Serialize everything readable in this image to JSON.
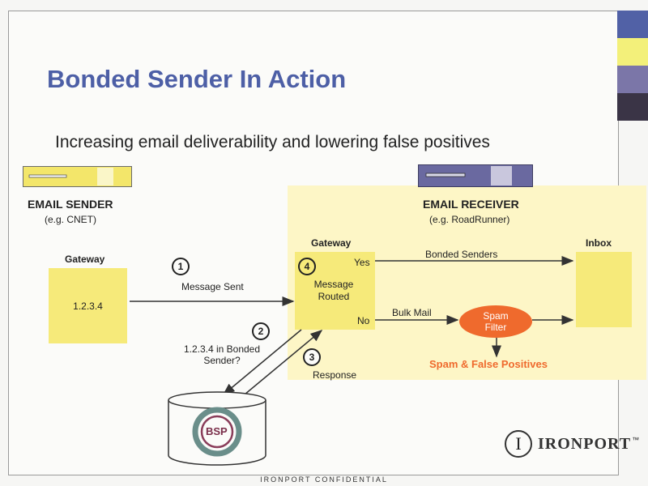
{
  "slide": {
    "title": "Bonded Sender In Action",
    "subtitle": "Increasing email deliverability and lowering false positives",
    "footer": "IRONPORT CONFIDENTIAL"
  },
  "sender": {
    "heading": "EMAIL SENDER",
    "example": "(e.g. CNET)",
    "gateway_label": "Gateway",
    "ip": "1.2.3.4"
  },
  "receiver": {
    "heading": "EMAIL RECEIVER",
    "example": "(e.g. RoadRunner)",
    "gateway_label": "Gateway",
    "routed_text": "Message Routed",
    "yes": "Yes",
    "no": "No",
    "inbox_label": "Inbox",
    "bonded_senders": "Bonded Senders",
    "bulk_mail": "Bulk Mail",
    "spam_filter": "Spam Filter",
    "spam_result": "Spam & False Positives"
  },
  "steps": {
    "one": "1",
    "one_text": "Message Sent",
    "two": "2",
    "two_text": "1.2.3.4 in Bonded Sender?",
    "three": "3",
    "three_text": "Response",
    "four": "4"
  },
  "bsp": {
    "label": "BSP"
  },
  "logo": {
    "text": "IRONPORT",
    "mark": "I",
    "tm": "™"
  },
  "colors": {
    "title": "#4d5fa6",
    "gateway_fill": "#f6ea7a",
    "receiver_bg": "#fdf6c6",
    "spam_filter": "#ef6a2d",
    "spam_text": "#ef6a2d",
    "stripe_blue": "#5161a6",
    "stripe_yellow": "#f3f07a",
    "stripe_purple": "#7b76a8",
    "stripe_dark": "#3a3446"
  }
}
